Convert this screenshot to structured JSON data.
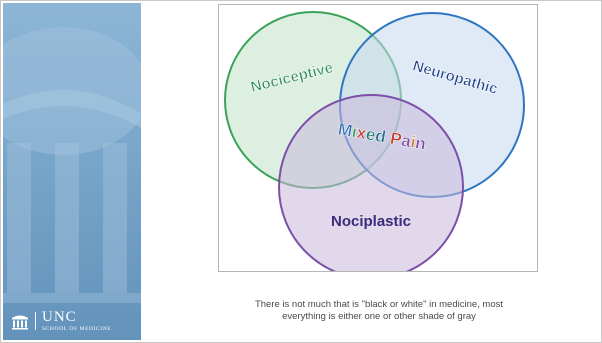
{
  "slide": {
    "logo": {
      "wordmark": "UNC",
      "school": "SCHOOL OF MEDICINE"
    },
    "diagram": {
      "circles": [
        {
          "label": "Nociceptive",
          "fill": "#bfe2c9",
          "stroke": "#3aa357",
          "text_color": "#2e8b57"
        },
        {
          "label": "Neuropathic",
          "fill": "#c5d8ef",
          "stroke": "#2f76c2",
          "text_color": "#1f3f88"
        },
        {
          "label": "Nociplastic",
          "fill": "#cbb8dc",
          "stroke": "#7c4fa8",
          "text_color": "#3b2b7a"
        }
      ],
      "center_label": {
        "text": "Mixed Pain",
        "letters": [
          {
            "char": "M",
            "color": "#2a6db5"
          },
          {
            "char": "i",
            "color": "#3aa357"
          },
          {
            "char": "x",
            "color": "#c0392b"
          },
          {
            "char": "e",
            "color": "#1d7d74"
          },
          {
            "char": "d",
            "color": "#1f6b8c"
          },
          {
            "char": " ",
            "color": "#000000"
          },
          {
            "char": "P",
            "color": "#c23b22"
          },
          {
            "char": "a",
            "color": "#7a4ea3"
          },
          {
            "char": "i",
            "color": "#d97a1b"
          },
          {
            "char": "n",
            "color": "#7a4ea3"
          }
        ]
      }
    },
    "caption": {
      "line1": "There is not much that is \"black or white\" in medicine, most",
      "line2": "everything is either one or other shade of gray"
    }
  }
}
